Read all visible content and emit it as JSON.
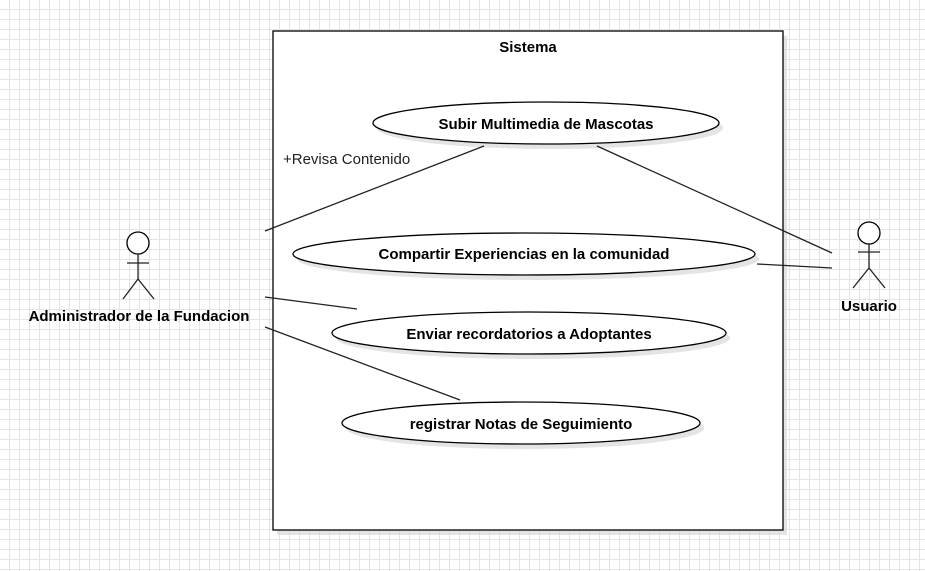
{
  "system": {
    "title": "Sistema"
  },
  "actors": {
    "admin": {
      "name": "Administrador de la Fundacion"
    },
    "user": {
      "name": "Usuario"
    }
  },
  "use_cases": {
    "subir": {
      "label": "Subir Multimedia de Mascotas"
    },
    "compartir": {
      "label": "Compartir Experiencias en la comunidad"
    },
    "enviar": {
      "label": "Enviar recordatorios a Adoptantes"
    },
    "registrar": {
      "label": "registrar Notas de Seguimiento"
    }
  },
  "associations": {
    "admin_subir": {
      "label": "+Revisa Contenido"
    }
  }
}
